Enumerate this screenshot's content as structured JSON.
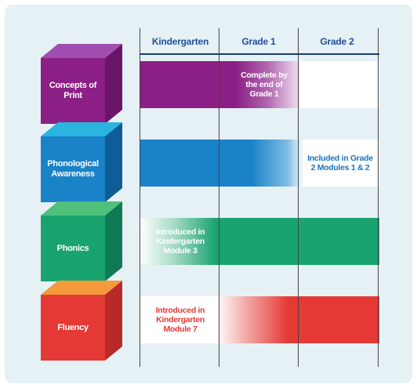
{
  "columns": [
    "Kindergarten",
    "Grade 1",
    "Grade 2"
  ],
  "rows": [
    {
      "skill": "Concepts of Print",
      "note": "Complete by the end of Grade 1",
      "colors": {
        "front": "#8b1f85",
        "top": "#a04fb0",
        "side": "#6a1568"
      }
    },
    {
      "skill": "Phonological Awareness",
      "note": "Included in Grade 2 Modules 1 & 2",
      "colors": {
        "front": "#1a82c7",
        "top": "#2ab4e0",
        "side": "#0f5d96"
      }
    },
    {
      "skill": "Phonics",
      "note": "Introduced in Kindergarten Module 3",
      "colors": {
        "front": "#18a36f",
        "top": "#4dc07a",
        "side": "#0f7a55"
      }
    },
    {
      "skill": "Fluency",
      "note": "Introduced in Kindergarten Module 7",
      "colors": {
        "front": "#e53935",
        "top": "#f39a3a",
        "side": "#b82a2a"
      }
    }
  ]
}
